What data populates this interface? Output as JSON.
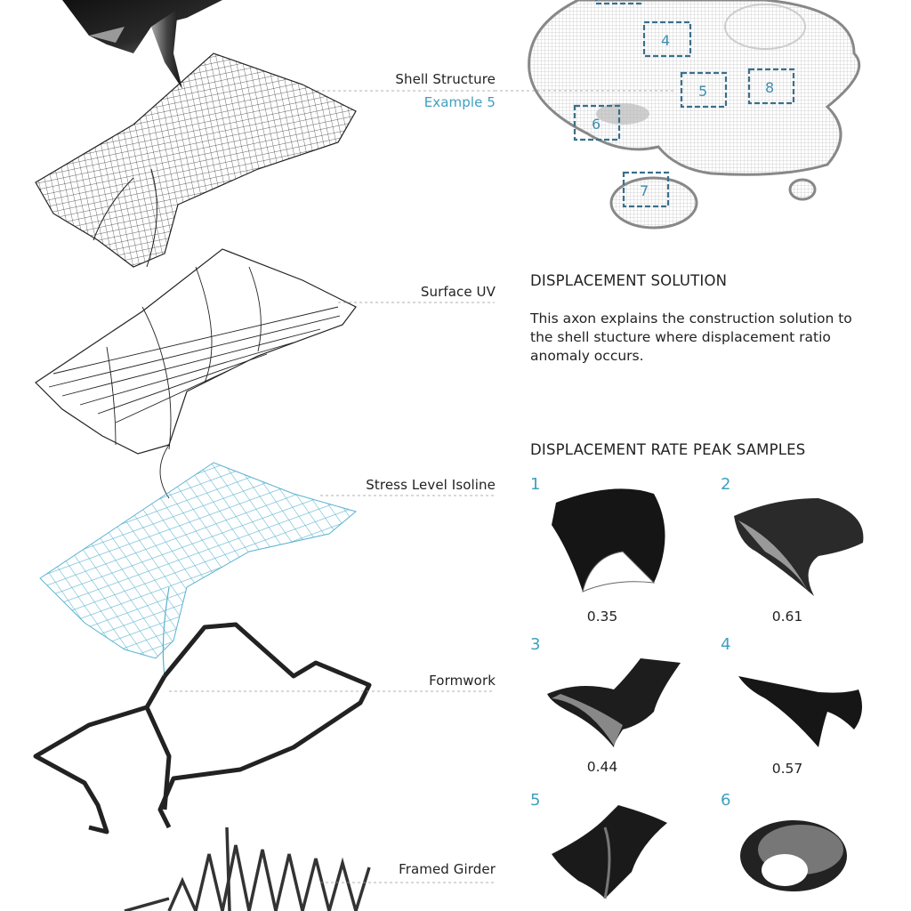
{
  "layers": [
    {
      "name": "Shell Structure",
      "sub": "Example 5"
    },
    {
      "name": "Surface UV"
    },
    {
      "name": "Stress Level Isoline"
    },
    {
      "name": "Formwork"
    },
    {
      "name": "Framed Girder"
    }
  ],
  "displacement": {
    "title": "DISPLACEMENT SOLUTION",
    "description": "This axon explains the construction solution to the shell stucture where displacement  ratio anomaly occurs."
  },
  "peak_samples": {
    "title": "DISPLACEMENT RATE PEAK SAMPLES",
    "items": [
      {
        "num": "1",
        "value": "0.35"
      },
      {
        "num": "2",
        "value": "0.61"
      },
      {
        "num": "3",
        "value": "0.44"
      },
      {
        "num": "4",
        "value": "0.57"
      },
      {
        "num": "5",
        "value": ""
      },
      {
        "num": "6",
        "value": ""
      }
    ]
  },
  "plan_markers": [
    "4",
    "5",
    "6",
    "7",
    "8"
  ],
  "colors": {
    "accent": "#3f9fbf",
    "marker": "#3a6f8c",
    "ink": "#222222"
  }
}
